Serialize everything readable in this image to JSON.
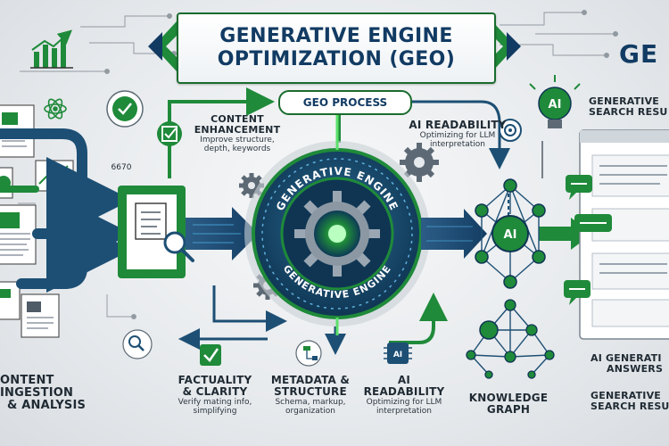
{
  "title": {
    "line1": "GENERATIVE ENGINE",
    "line2": "OPTIMIZATION (GEO)"
  },
  "process_banner": "GEO PROCESS",
  "brand": "GE",
  "engine": {
    "ring_top": "GENERATIVE ENGINE",
    "ring_bottom": "GENERATIVE ENGINE"
  },
  "steps": {
    "content_enhancement": {
      "heading": "CONTENT ENHANCEMENT",
      "line1": "Improve structure,",
      "line2": "depth, keywords"
    },
    "ai_readability_top": {
      "heading": "AI READABILITY",
      "line1": "Optimizing for LLM",
      "line2": "interpretation"
    },
    "factuality": {
      "heading1": "FACTUALITY",
      "heading2": "& CLARITY",
      "line1": "Verify mating info,",
      "line2": "simplifying"
    },
    "metadata": {
      "heading1": "METADATA &",
      "heading2": "STRUCTURE",
      "line1": "Schema, markup,",
      "line2": "organization"
    },
    "ai_readability_bottom": {
      "heading1": "AI",
      "heading2": "READABILITY",
      "line1": "Optimizing for LLM",
      "line2": "interpretation"
    },
    "knowledge_graph": {
      "heading1": "KNOWLEDGE",
      "heading2": "GRAPH"
    },
    "ingestion": {
      "heading1": "ONTENT INGESTION",
      "heading2": "& ANALYSIS"
    }
  },
  "stray_number": "6670",
  "ai_node": "AI",
  "ai_bulb": "AI",
  "chip": "AI",
  "outputs": {
    "gen_search_top1": "GENERATIVE",
    "gen_search_top2": "SEARCH RESU",
    "ai_answers1": "AI GENERATI",
    "ai_answers2": "ANSWERS",
    "gen_search_bottom1": "GENERATIVE",
    "gen_search_bottom2": "SEARCH RESU"
  },
  "colors": {
    "green": "#1f8a3a",
    "dark_green": "#1a6c2e",
    "navy": "#123b63",
    "teal": "#1d5f86",
    "gray": "#4f5b66"
  },
  "icons": [
    "chart-icon",
    "document-icon",
    "magnifier-icon",
    "gear-icon",
    "checkbox-icon",
    "sitemap-icon",
    "chip-icon",
    "bulb-icon",
    "network-icon",
    "chat-icon",
    "target-icon",
    "atom-icon"
  ]
}
